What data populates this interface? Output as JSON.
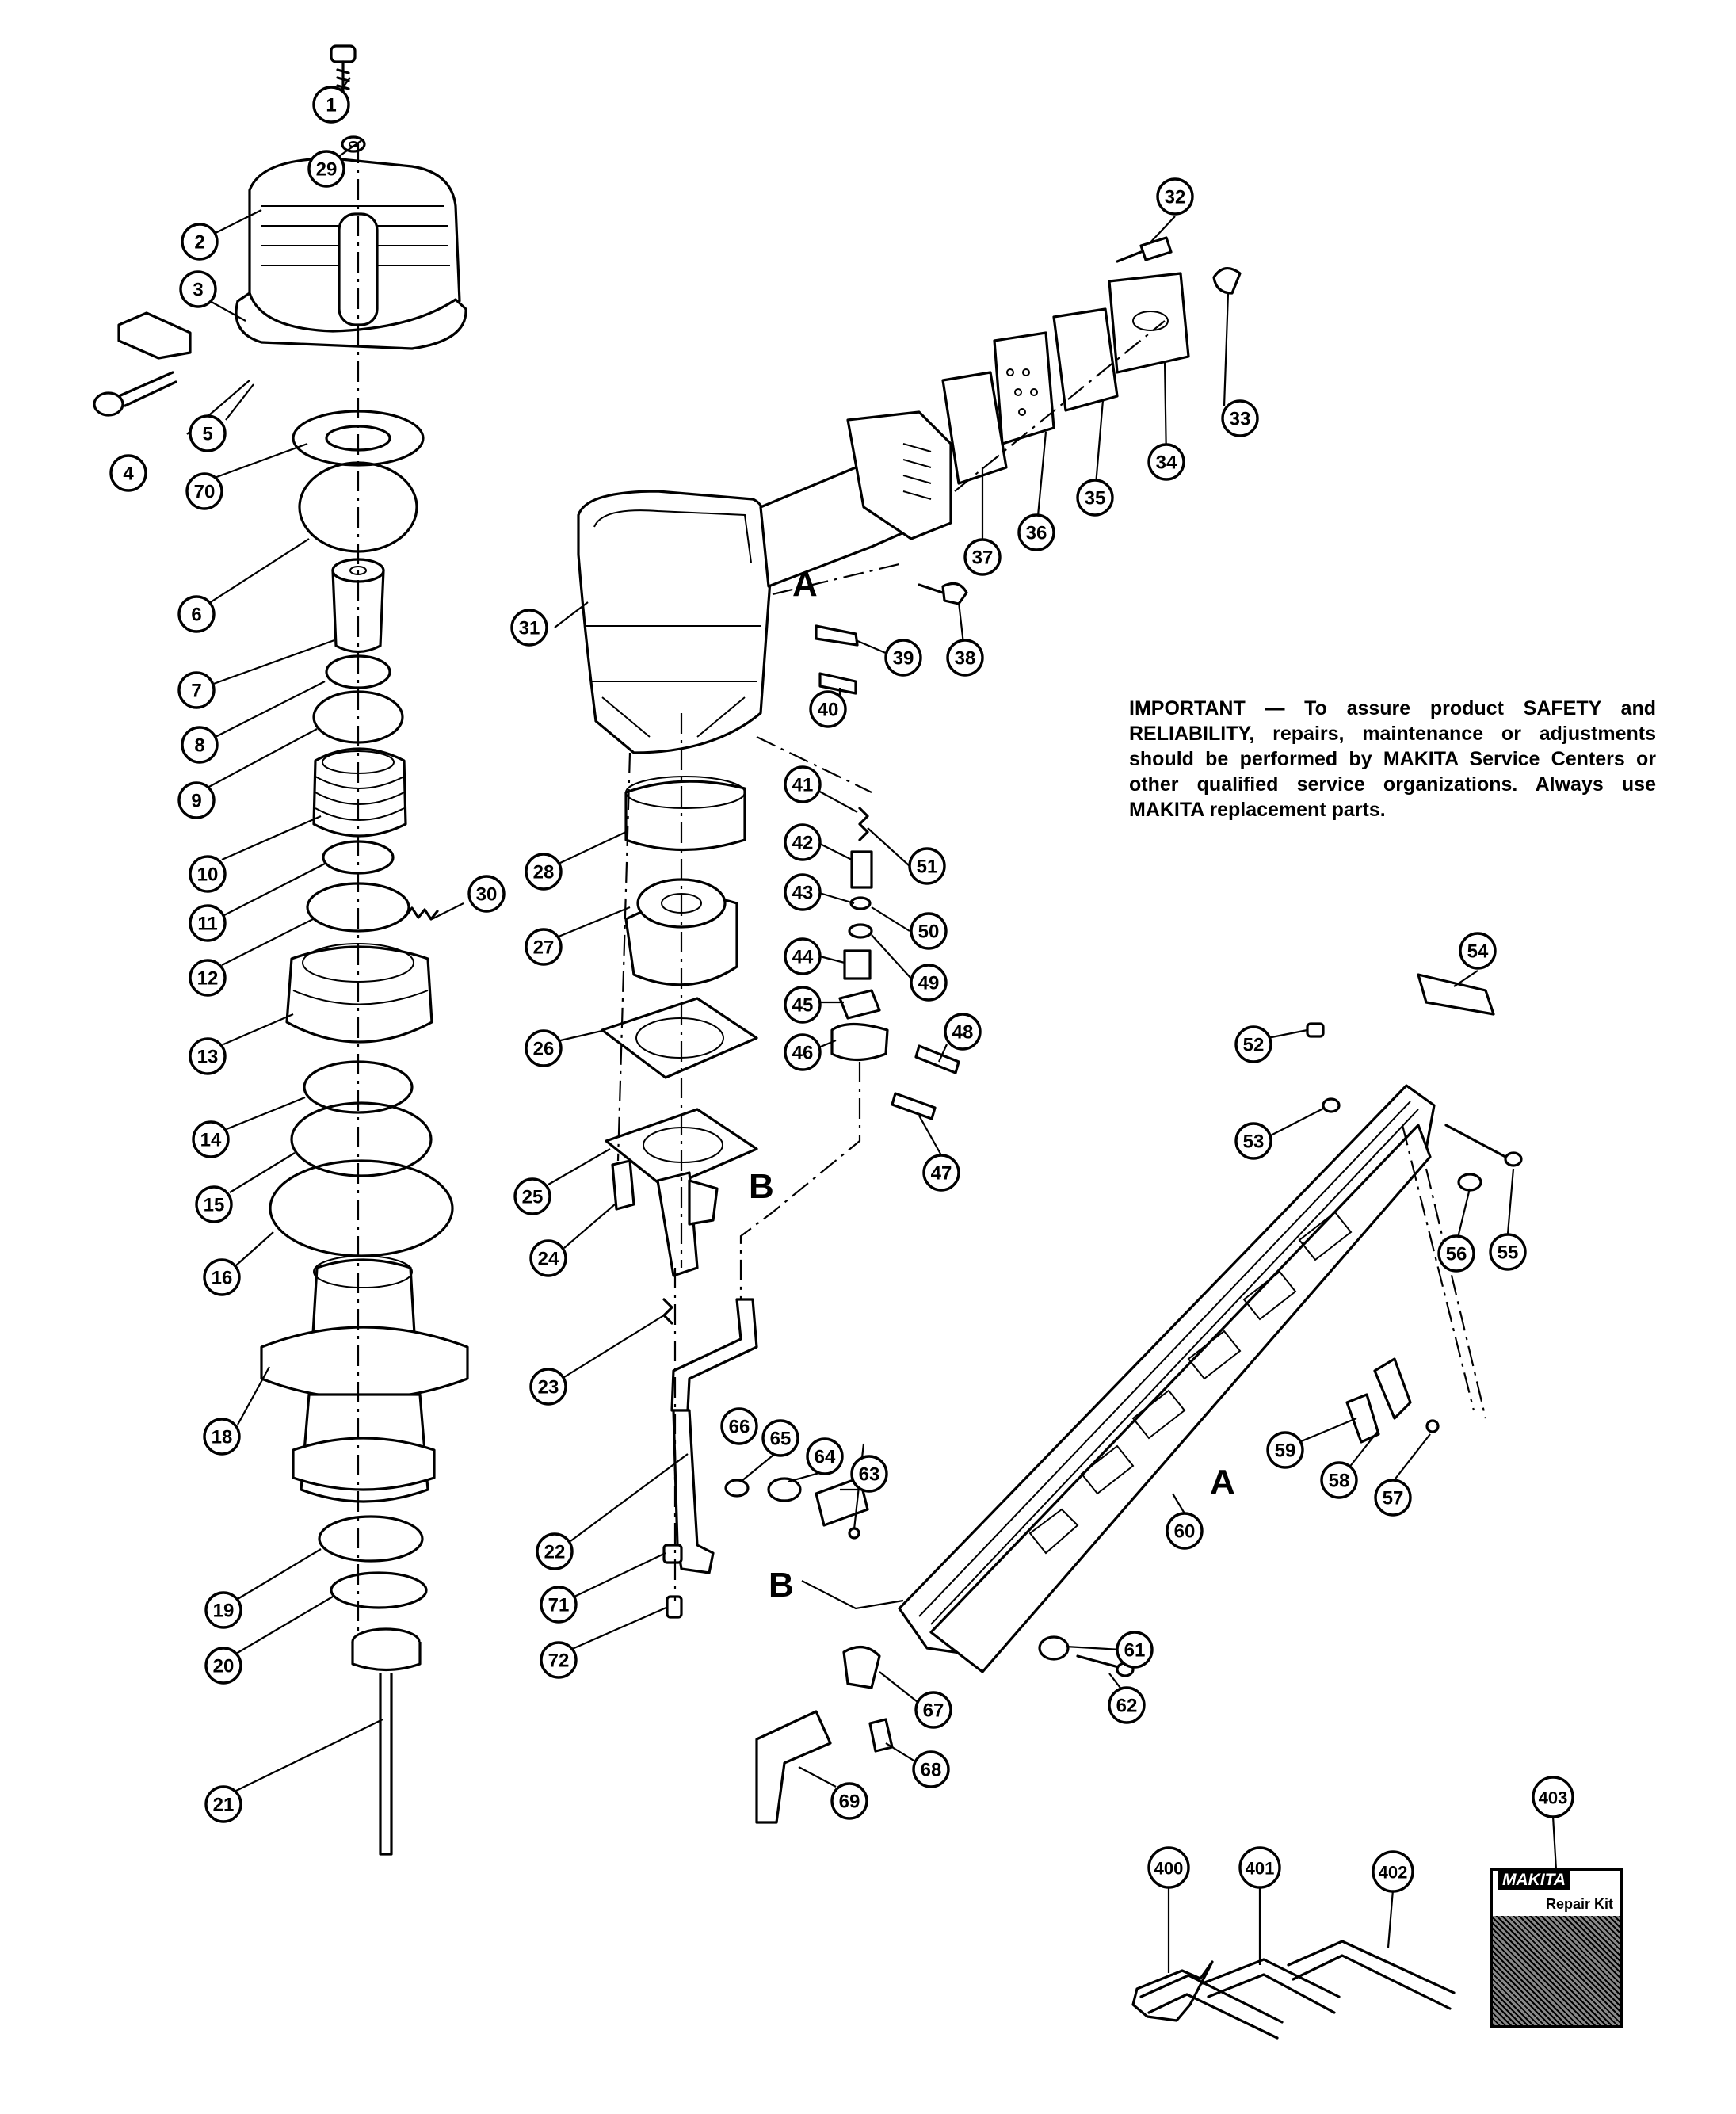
{
  "notice": {
    "text": "IMPORTANT — To assure product SAFETY and RELIABILITY, repairs, maintenance or adjustments should be performed by MAKITA Service Centers or other qualified service organizations. Always use MAKITA replacement parts."
  },
  "repair_kit": {
    "brand": "MAKITA",
    "name": "Repair Kit"
  },
  "callouts": {
    "a_upper": "A",
    "b_upper": "B",
    "a_lower": "A",
    "b_lower": "B"
  },
  "parts": [
    "1",
    "2",
    "3",
    "4",
    "5",
    "6",
    "7",
    "8",
    "9",
    "10",
    "11",
    "12",
    "13",
    "14",
    "15",
    "16",
    "18",
    "19",
    "20",
    "21",
    "22",
    "23",
    "24",
    "25",
    "26",
    "27",
    "28",
    "29",
    "30",
    "31",
    "32",
    "33",
    "34",
    "35",
    "36",
    "37",
    "38",
    "39",
    "40",
    "41",
    "42",
    "43",
    "44",
    "45",
    "46",
    "47",
    "48",
    "49",
    "50",
    "51",
    "52",
    "53",
    "54",
    "55",
    "56",
    "57",
    "58",
    "59",
    "60",
    "61",
    "62",
    "63",
    "64",
    "65",
    "66",
    "67",
    "68",
    "69",
    "70",
    "71",
    "72",
    "400",
    "401",
    "402",
    "403"
  ]
}
